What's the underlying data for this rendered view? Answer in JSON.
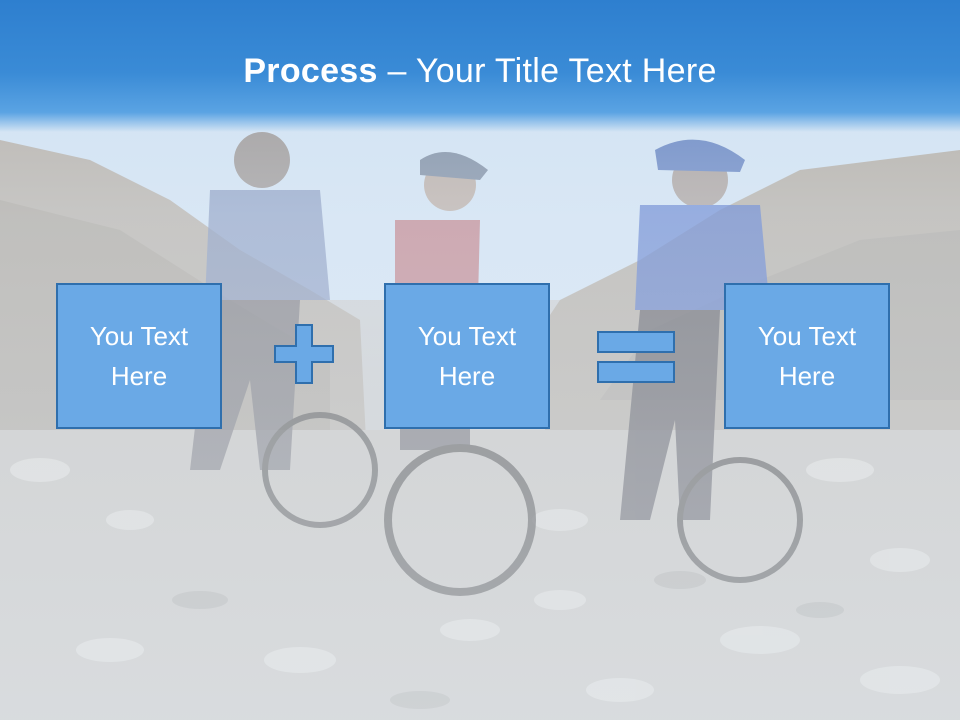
{
  "title": {
    "bold": "Process",
    "dash": "–",
    "rest": "Your Title Text Here"
  },
  "boxes": [
    {
      "text": "You Text Here"
    },
    {
      "text": "You Text Here"
    },
    {
      "text": "You Text Here"
    }
  ],
  "operators": [
    "plus-icon",
    "equals-icon"
  ],
  "colors": {
    "title_bar": "#3a8bd6",
    "box_fill": "#6aa9e6",
    "box_border": "#2f6fad",
    "text": "#ffffff"
  }
}
